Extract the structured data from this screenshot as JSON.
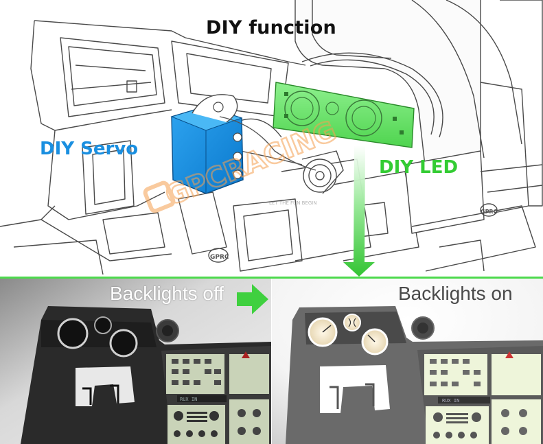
{
  "title": "DIY function",
  "labels": {
    "servo": "DIY Servo",
    "led": "DIY LED"
  },
  "captions": {
    "off": "Backlights off",
    "on": "Backlights on"
  },
  "watermark": {
    "brand": "GPCRACING",
    "tagline": "LET THE FUN BEGIN",
    "stamp": "GPRC"
  },
  "panel_text": {
    "radio": "RUX IN"
  },
  "icons": [
    "servo-motor-icon",
    "led-board-icon",
    "down-arrow-icon",
    "right-arrow-icon",
    "gauge-icon",
    "air-vent-icon"
  ],
  "colors": {
    "servo": "#1a8fe0",
    "led": "#33cc33",
    "divider": "#4cd94c",
    "arrow": "#3fd03f",
    "watermark": "#f5a050"
  }
}
